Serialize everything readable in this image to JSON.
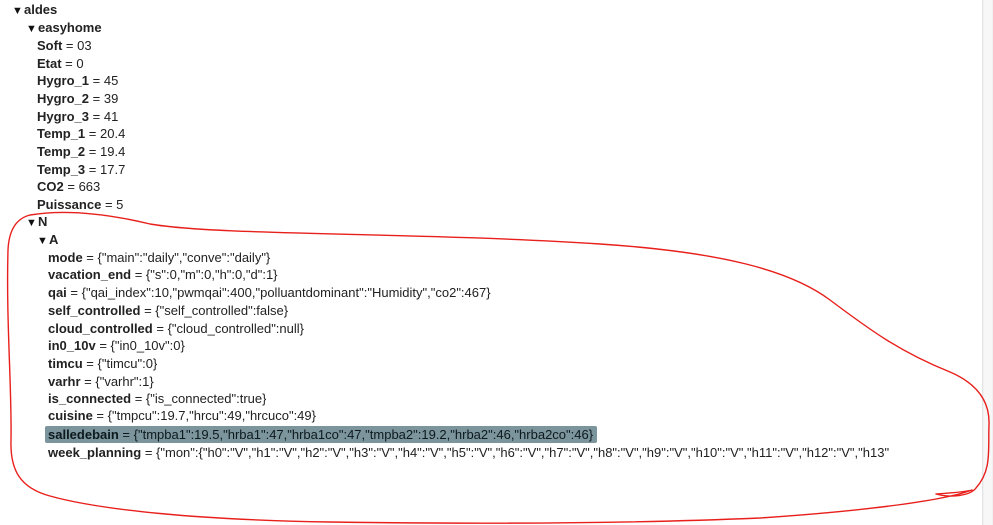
{
  "tree": {
    "root": {
      "toggle": "▼",
      "label": "aldes"
    },
    "easyhome": {
      "toggle": "▼",
      "label": "easyhome",
      "items": [
        {
          "key": "Soft",
          "value": "03"
        },
        {
          "key": "Etat",
          "value": "0"
        },
        {
          "key": "Hygro_1",
          "value": "45"
        },
        {
          "key": "Hygro_2",
          "value": "39"
        },
        {
          "key": "Hygro_3",
          "value": "41"
        },
        {
          "key": "Temp_1",
          "value": "20.4"
        },
        {
          "key": "Temp_2",
          "value": "19.4"
        },
        {
          "key": "Temp_3",
          "value": "17.7"
        },
        {
          "key": "CO2",
          "value": "663"
        },
        {
          "key": "Puissance",
          "value": "5"
        }
      ]
    },
    "n": {
      "toggle": "▼",
      "label": "N"
    },
    "a": {
      "toggle": "▼",
      "label": "A",
      "items": [
        {
          "key": "mode",
          "value": "{\"main\":\"daily\",\"conve\":\"daily\"}"
        },
        {
          "key": "vacation_end",
          "value": "{\"s\":0,\"m\":0,\"h\":0,\"d\":1}"
        },
        {
          "key": "qai",
          "value": "{\"qai_index\":10,\"pwmqai\":400,\"polluantdominant\":\"Humidity\",\"co2\":467}"
        },
        {
          "key": "self_controlled",
          "value": "{\"self_controlled\":false}"
        },
        {
          "key": "cloud_controlled",
          "value": "{\"cloud_controlled\":null}"
        },
        {
          "key": "in0_10v",
          "value": "{\"in0_10v\":0}"
        },
        {
          "key": "timcu",
          "value": "{\"timcu\":0}"
        },
        {
          "key": "varhr",
          "value": "{\"varhr\":1}"
        },
        {
          "key": "is_connected",
          "value": "{\"is_connected\":true}"
        },
        {
          "key": "cuisine",
          "value": "{\"tmpcu\":19.7,\"hrcu\":49,\"hrcuco\":49}"
        },
        {
          "key": "salledebain",
          "value": "{\"tmpba1\":19.5,\"hrba1\":47,\"hrba1co\":47,\"tmpba2\":19.2,\"hrba2\":46,\"hrba2co\":46}"
        },
        {
          "key": "week_planning",
          "value": "{\"mon\":{\"h0\":\"V\",\"h1\":\"V\",\"h2\":\"V\",\"h3\":\"V\",\"h4\":\"V\",\"h5\":\"V\",\"h6\":\"V\",\"h7\":\"V\",\"h8\":\"V\",\"h9\":\"V\",\"h10\":\"V\",\"h11\":\"V\",\"h12\":\"V\",\"h13\""
        }
      ]
    },
    "separator": " = "
  },
  "colors": {
    "highlight": "#7c949c",
    "annotation": "#e8201c"
  },
  "icons": {
    "expanded": "triangle-down-icon"
  }
}
